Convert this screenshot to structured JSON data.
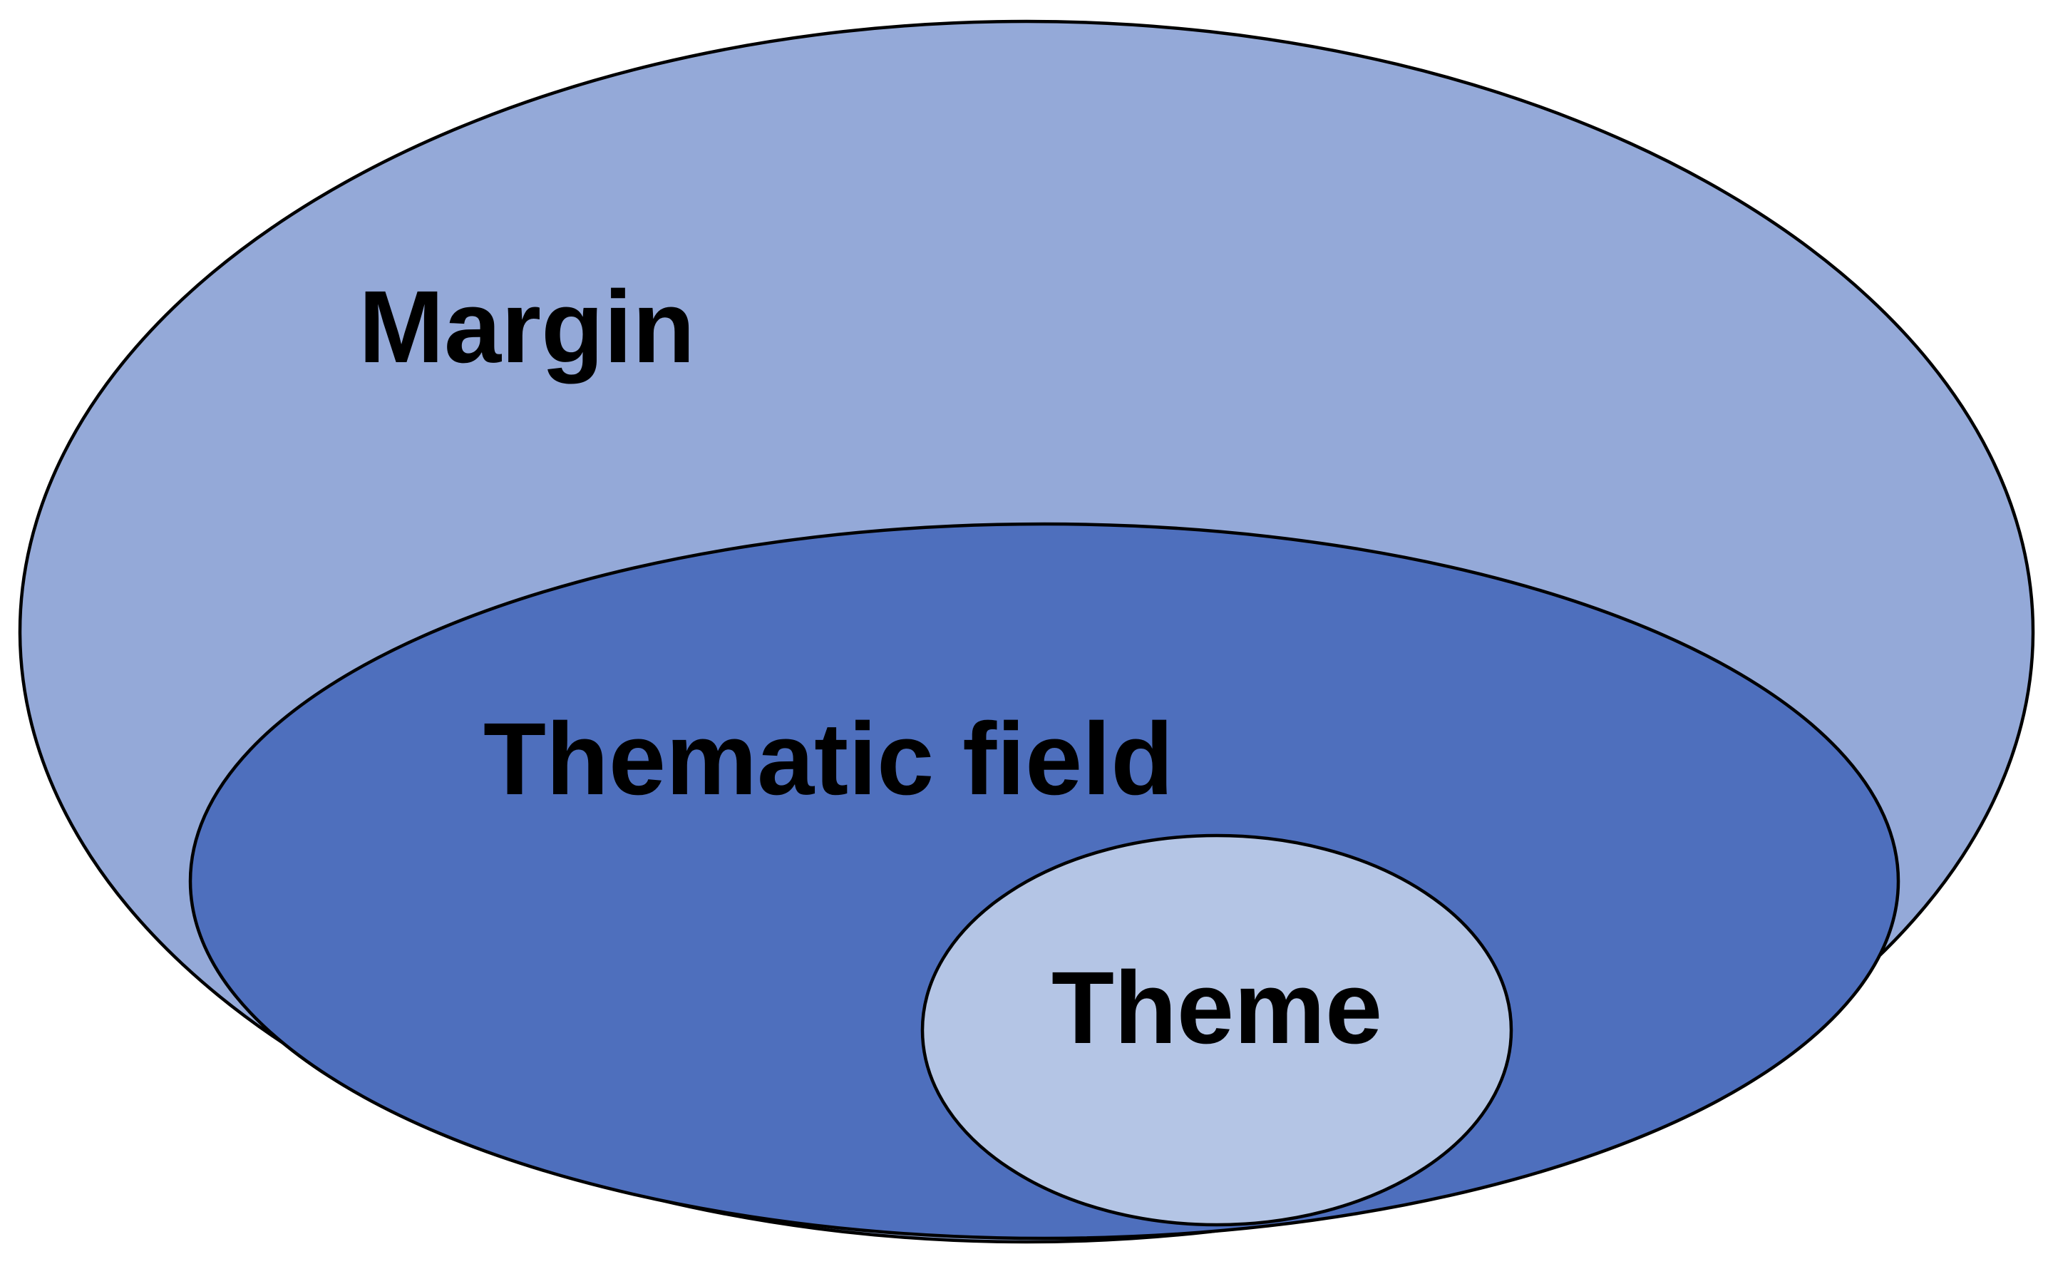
{
  "diagram": {
    "regions": [
      {
        "id": "margin",
        "label": "Margin",
        "fill": "#94A9D8"
      },
      {
        "id": "thematic-field",
        "label": "Thematic field",
        "fill": "#4E6FBD"
      },
      {
        "id": "theme",
        "label": "Theme",
        "fill": "#B4C5E5"
      }
    ],
    "outline_color": "#000000",
    "background": "#FFFFFF"
  }
}
